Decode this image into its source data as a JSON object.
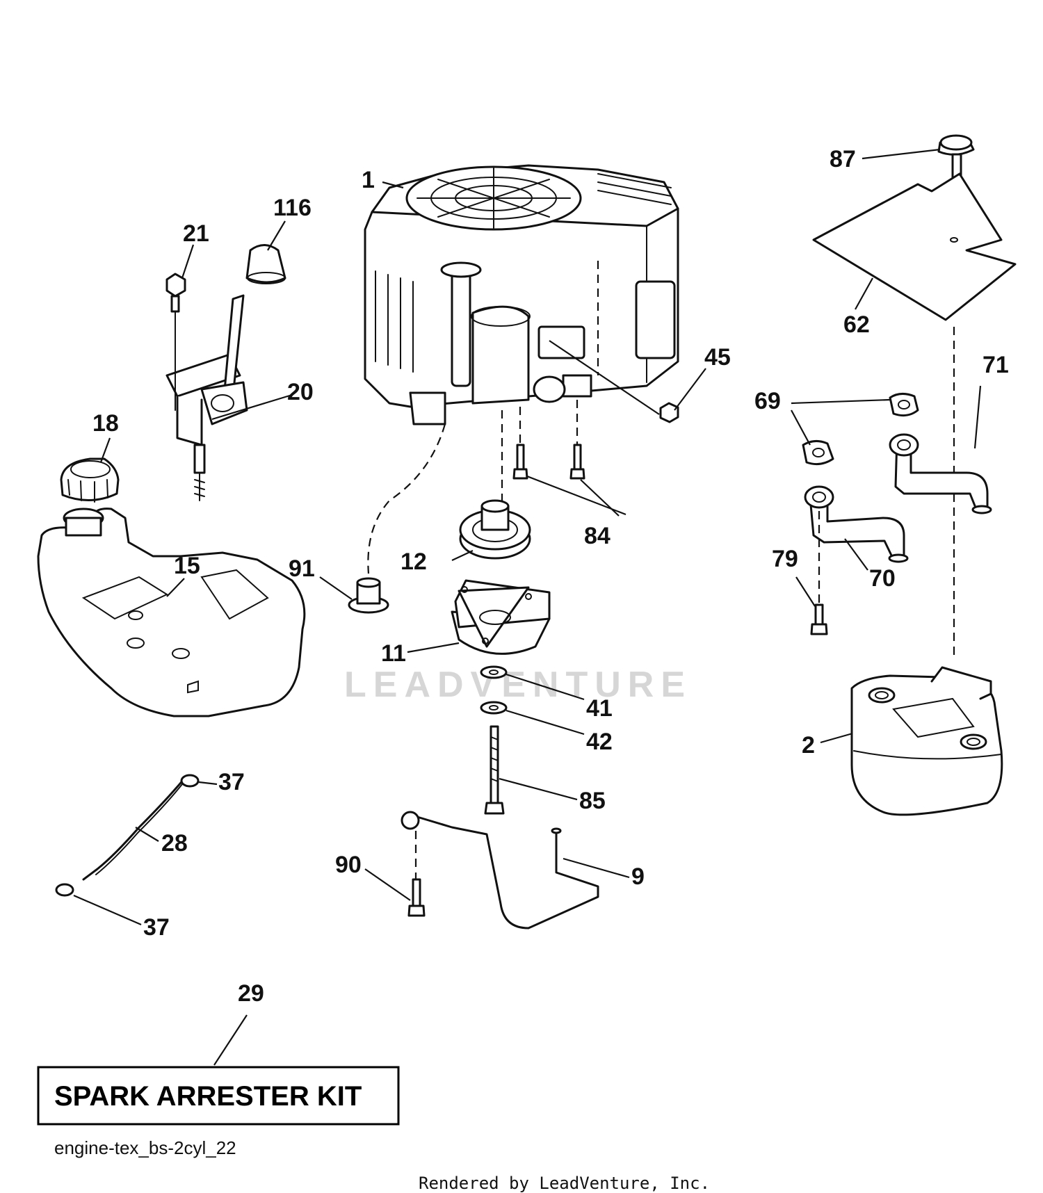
{
  "callouts": {
    "c1": "1",
    "c116": "116",
    "c21": "21",
    "c20": "20",
    "c18": "18",
    "c15": "15",
    "c45": "45",
    "c84": "84",
    "c12": "12",
    "c91": "91",
    "c11": "11",
    "c41": "41",
    "c42": "42",
    "c85": "85",
    "c90": "90",
    "c9": "9",
    "c37a": "37",
    "c28": "28",
    "c37b": "37",
    "c29": "29",
    "c87": "87",
    "c62": "62",
    "c69": "69",
    "c71": "71",
    "c79": "79",
    "c70": "70",
    "c2": "2"
  },
  "kit_label": "SPARK ARRESTER KIT",
  "diagram_code": "engine-tex_bs-2cyl_22",
  "footer": "Rendered by LeadVenture, Inc.",
  "watermark": "LEADVENTURE"
}
